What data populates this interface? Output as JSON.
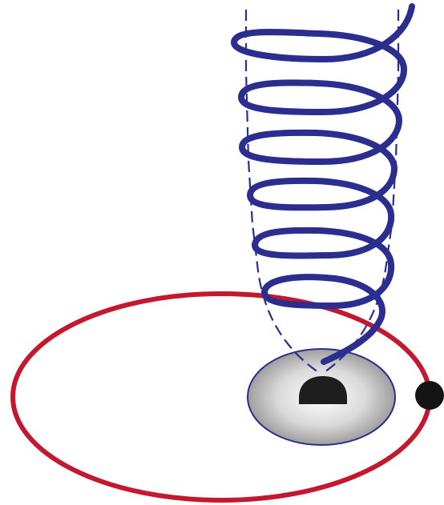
{
  "colors": {
    "background": "#ffffff",
    "orbit": "#c3182e",
    "helix": "#2b2e8e",
    "envelope": "#2b2e8e",
    "disk_center": "#ffffff",
    "disk_edge": "#8f8f8f",
    "disk_outline": "#2b2e8e",
    "central_body": "#1e1e1e",
    "companion": "#141414"
  },
  "diagram": {
    "elements": [
      "orbit-ellipse",
      "accretion-disk",
      "central-body",
      "companion-body",
      "helical-jet",
      "jet-envelope"
    ]
  }
}
